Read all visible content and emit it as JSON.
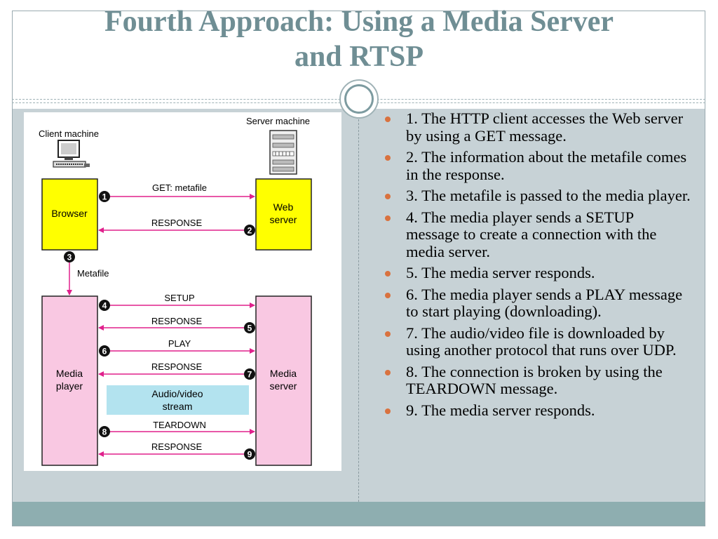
{
  "slide": {
    "title_line1": "Fourth Approach: Using a Media Server",
    "title_line2": "and RTSP",
    "colors": {
      "title": "#6f8e94",
      "content_bg": "#c7d2d6",
      "footer": "#8eaeb0",
      "bullet": "#d9723f",
      "box_yellow": "#ffff00",
      "box_pink": "#f9c8e2",
      "stream_box": "#b3e3ef",
      "arrow": "#e0208c"
    }
  },
  "diagram": {
    "client_machine": "Client machine",
    "server_machine": "Server machine",
    "browser": "Browser",
    "web_server": [
      "Web",
      "server"
    ],
    "media_player": [
      "Media",
      "player"
    ],
    "media_server": [
      "Media",
      "server"
    ],
    "stream": [
      "Audio/video",
      "stream"
    ],
    "metafile": "Metafile",
    "messages": [
      {
        "step": "1",
        "label": "GET: metafile"
      },
      {
        "step": "2",
        "label": "RESPONSE"
      },
      {
        "step": "3",
        "label": "Metafile"
      },
      {
        "step": "4",
        "label": "SETUP"
      },
      {
        "step": "5",
        "label": "RESPONSE"
      },
      {
        "step": "6",
        "label": "PLAY"
      },
      {
        "step": "7",
        "label": "RESPONSE"
      },
      {
        "step": "8",
        "label": "TEARDOWN"
      },
      {
        "step": "9",
        "label": "RESPONSE"
      }
    ],
    "icons": [
      "computer-icon",
      "server-tower-icon"
    ]
  },
  "bullets": [
    "1. The HTTP client accesses the Web server by using a GET message.",
    "2. The information about the metafile comes in the response.",
    "3. The metafile is passed to the media player.",
    "4. The media player sends a SETUP message to create a connection with the media server.",
    "5. The media server responds.",
    "6. The media player sends a PLAY message to start playing (downloading).",
    "7. The audio/video file is downloaded by using another protocol that runs over UDP.",
    "8. The connection is broken by using the TEARDOWN message.",
    "9. The media server responds."
  ]
}
